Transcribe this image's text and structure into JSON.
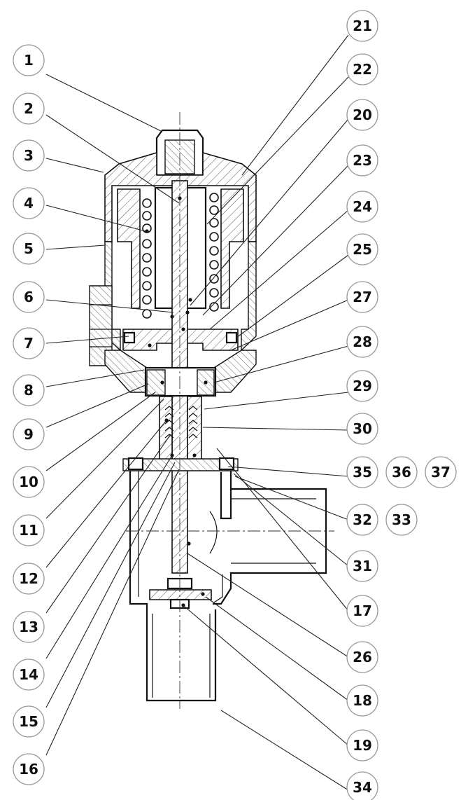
{
  "callouts": [
    {
      "id": "c1",
      "label": "1"
    },
    {
      "id": "c2",
      "label": "2"
    },
    {
      "id": "c3",
      "label": "3"
    },
    {
      "id": "c4",
      "label": "4"
    },
    {
      "id": "c5",
      "label": "5"
    },
    {
      "id": "c6",
      "label": "6"
    },
    {
      "id": "c7",
      "label": "7"
    },
    {
      "id": "c8",
      "label": "8"
    },
    {
      "id": "c9",
      "label": "9"
    },
    {
      "id": "c10",
      "label": "10"
    },
    {
      "id": "c11",
      "label": "11"
    },
    {
      "id": "c12",
      "label": "12"
    },
    {
      "id": "c13",
      "label": "13"
    },
    {
      "id": "c14",
      "label": "14"
    },
    {
      "id": "c15",
      "label": "15"
    },
    {
      "id": "c16",
      "label": "16"
    },
    {
      "id": "c21",
      "label": "21"
    },
    {
      "id": "c22",
      "label": "22"
    },
    {
      "id": "c20",
      "label": "20"
    },
    {
      "id": "c23",
      "label": "23"
    },
    {
      "id": "c24",
      "label": "24"
    },
    {
      "id": "c25",
      "label": "25"
    },
    {
      "id": "c27",
      "label": "27"
    },
    {
      "id": "c28",
      "label": "28"
    },
    {
      "id": "c29",
      "label": "29"
    },
    {
      "id": "c30",
      "label": "30"
    },
    {
      "id": "c35",
      "label": "35"
    },
    {
      "id": "c36",
      "label": "36"
    },
    {
      "id": "c37",
      "label": "37"
    },
    {
      "id": "c32",
      "label": "32"
    },
    {
      "id": "c33",
      "label": "33"
    },
    {
      "id": "c31",
      "label": "31"
    },
    {
      "id": "c17",
      "label": "17"
    },
    {
      "id": "c26",
      "label": "26"
    },
    {
      "id": "c18",
      "label": "18"
    },
    {
      "id": "c19",
      "label": "19"
    },
    {
      "id": "c34",
      "label": "34"
    }
  ]
}
